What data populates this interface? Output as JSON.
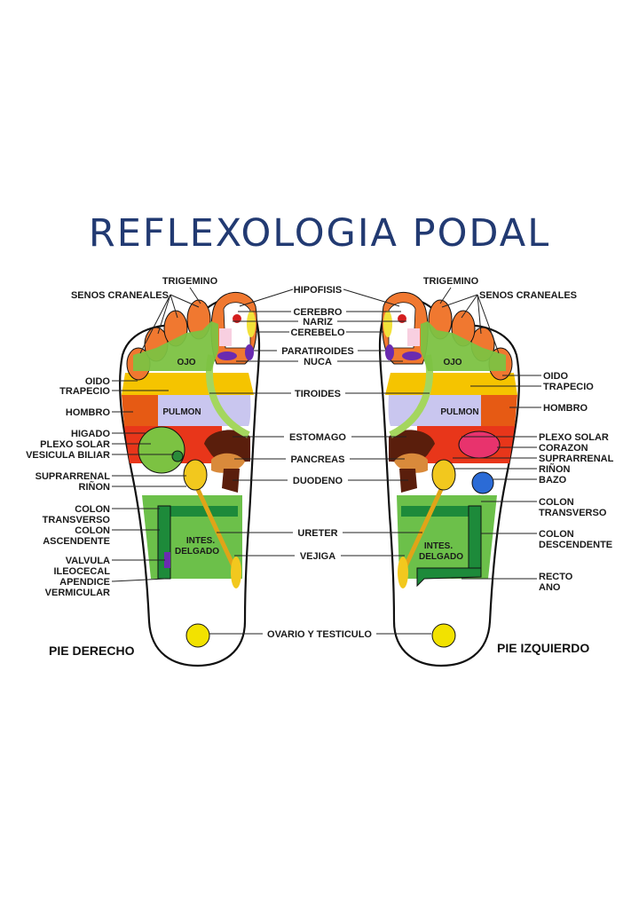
{
  "title": "REFLEXOLOGIA PODAL",
  "feet": {
    "right_name": "PIE DERECHO",
    "left_name": "PIE IZQUIERDO"
  },
  "inner_labels": {
    "ojo": "OJO",
    "pulmon": "PULMON",
    "intes_line1": "INTES.",
    "intes_line2": "DELGADO"
  },
  "center_labels": [
    "HIPOFISIS",
    "CEREBRO",
    "NARIZ",
    "CEREBELO",
    "PARATIROIDES",
    "NUCA",
    "TIROIDES",
    "ESTOMAGO",
    "PANCREAS",
    "DUODENO",
    "URETER",
    "VEJIGA",
    "OVARIO Y TESTICULO"
  ],
  "right_foot_labels": [
    "TRIGEMINO",
    "SENOS CRANEALES",
    "OIDO",
    "TRAPECIO",
    "HOMBRO",
    "HIGADO",
    "PLEXO SOLAR",
    "VESICULA BILIAR",
    "SUPRARRENAL",
    "RIÑON",
    "COLON",
    "TRANSVERSO",
    "COLON",
    "ASCENDENTE",
    "VALVULA",
    "ILEOCECAL",
    "APENDICE",
    "VERMICULAR"
  ],
  "left_foot_labels": [
    "TRIGEMINO",
    "SENOS CRANEALES",
    "OIDO",
    "TRAPECIO",
    "HOMBRO",
    "PLEXO SOLAR",
    "CORAZON",
    "SUPRARRENAL",
    "RIÑON",
    "BAZO",
    "COLON",
    "TRANSVERSO",
    "COLON",
    "DESCENDENTE",
    "RECTO",
    "ANO"
  ],
  "colors": {
    "title": "#223a72",
    "toes": "#f07830",
    "green_zone": "#7cc242",
    "yellow_zone": "#f5c400",
    "orange_zone": "#e65a14",
    "lavender": "#c9c6ef",
    "red_zone": "#e8361a",
    "intestine_green": "#5fb946",
    "colon_green": "#1d8a3a",
    "liver_green": "#7cc242",
    "heart_pink": "#e8336d",
    "spleen_blue": "#2b6bd6",
    "stomach_brown": "#5a1e0c",
    "pancreas_tan": "#d98a3b",
    "gland_yellow": "#f2c81e",
    "purple": "#6a2bb0"
  }
}
